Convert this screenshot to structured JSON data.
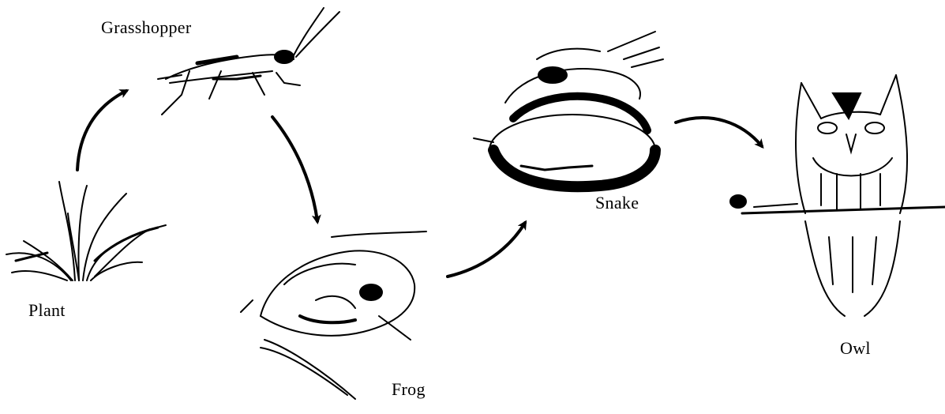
{
  "organisms": {
    "grasshopper": "Grasshopper",
    "plant": "Plant",
    "frog": "Frog",
    "snake": "Snake",
    "owl": "Owl"
  },
  "arrows": [
    {
      "from": "Plant",
      "to": "Grasshopper"
    },
    {
      "from": "Grasshopper",
      "to": "Frog"
    },
    {
      "from": "Frog",
      "to": "Snake"
    },
    {
      "from": "Snake",
      "to": "Owl"
    }
  ],
  "colors": {
    "ink": "#000000",
    "background": "#ffffff"
  }
}
